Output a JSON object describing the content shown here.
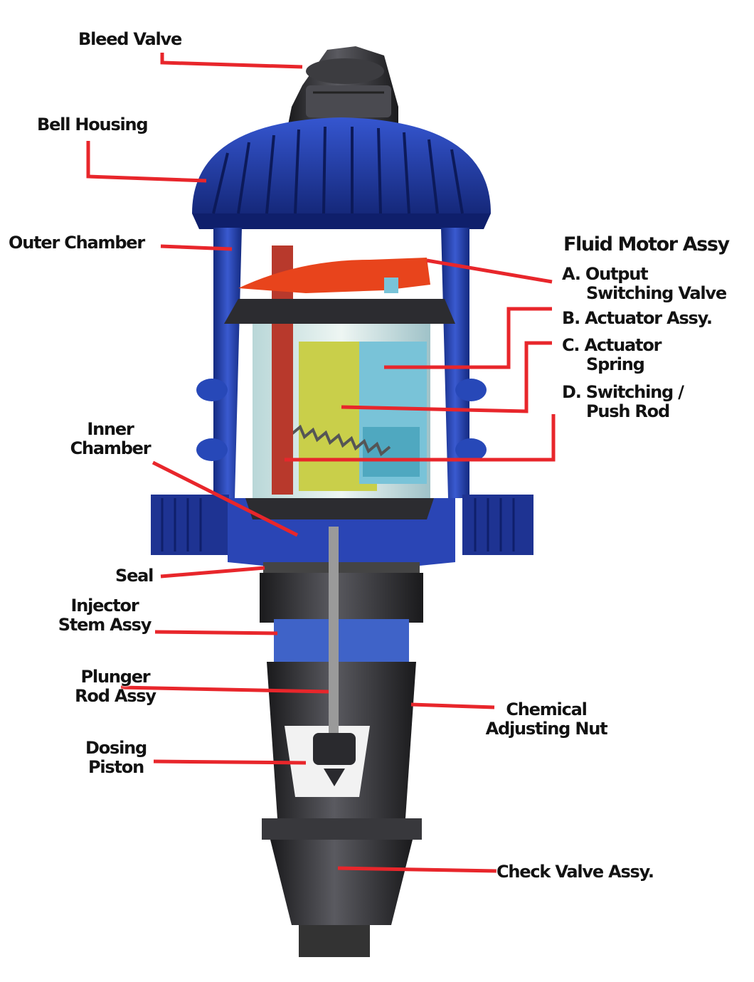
{
  "labels": {
    "bleed_valve": "Bleed Valve",
    "bell_housing": "Bell Housing",
    "outer_chamber": "Outer Chamber",
    "inner_chamber_1": "Inner",
    "inner_chamber_2": "Chamber",
    "seal": "Seal",
    "injector_stem_1": "Injector",
    "injector_stem_2": "Stem Assy",
    "plunger_rod_1": "Plunger",
    "plunger_rod_2": "Rod Assy",
    "dosing_piston_1": "Dosing",
    "dosing_piston_2": "Piston",
    "fluid_motor_title": "Fluid Motor Assy",
    "output_switching_1": "A. Output",
    "output_switching_2": "Switching Valve",
    "actuator_assy": "B. Actuator Assy.",
    "actuator_spring_1": "C. Actuator",
    "actuator_spring_2": "Spring",
    "switching_push_rod_1": "D. Switching /",
    "switching_push_rod_2": "Push Rod",
    "chemical_nut_1": "Chemical",
    "chemical_nut_2": "Adjusting Nut",
    "check_valve": "Check Valve Assy."
  },
  "colors": {
    "leader_line": "#e8262b",
    "housing_blue": "#2748b8",
    "housing_dark": "#0f1f6b",
    "body_dark": "#2a2a2e",
    "motor_yellow": "#c9cf4a",
    "motor_cyan": "#79c3d8",
    "valve_orange": "#e8441c"
  }
}
